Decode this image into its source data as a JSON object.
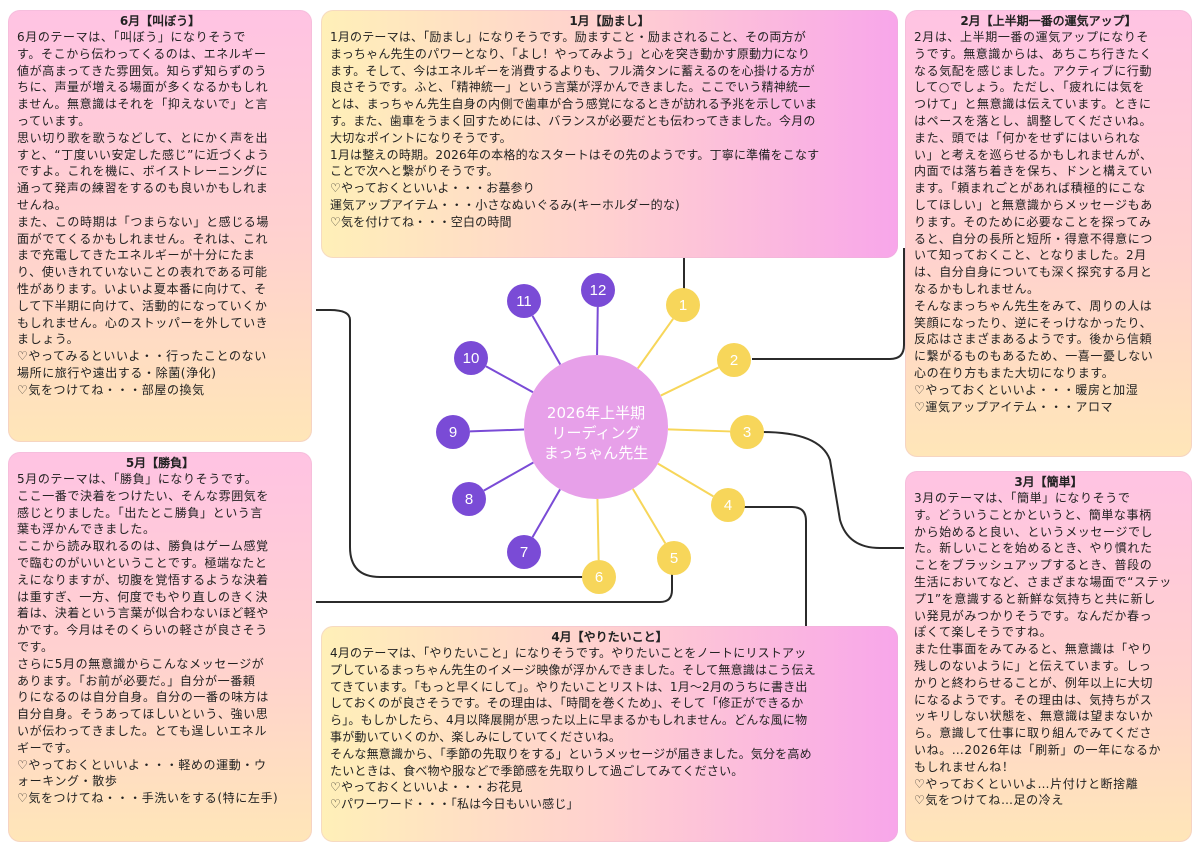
{
  "center": {
    "lines": [
      "2026年上半期",
      "リーディング",
      "まっちゃん先生"
    ]
  },
  "months": [
    "1",
    "2",
    "3",
    "4",
    "5",
    "6",
    "7",
    "8",
    "9",
    "10",
    "11",
    "12"
  ],
  "colors": {
    "gold": "#f7d65a",
    "purple": "#7a4bd6",
    "center_fill": "#e7a0e9",
    "connector": "#2b2b2b"
  },
  "cards": {
    "jan": {
      "title": "1月【励まし】",
      "lines": [
        "1月のテーマは、「励まし」になりそうです。励ますこと・励まされること、その両方が",
        "まっちゃん先生のパワーとなり、「よし！やってみよう」と心を突き動かす原動力になり",
        "ます。そして、今はエネルギーを消費するよりも、フル満タンに蓄えるのを心掛ける方が",
        "良さそうです。ふと、「精神統一」という言葉が浮かんできました。ここでいう精神統一",
        "とは、まっちゃん先生自身の内側で歯車が合う感覚になるときが訪れる予兆を示していま",
        "す。また、歯車をうまく回すためには、バランスが必要だとも伝わってきました。今月の",
        "大切なポイントになりそうです。",
        "1月は整えの時期。2026年の本格的なスタートはその先のようです。丁寧に準備をこなす",
        "ことで次へと繋がりそうです。",
        "♡やっておくといいよ・・・お墓参り",
        "運気アップアイテム・・・小さなぬいぐるみ(キーホルダー的な)",
        "♡気を付けてね・・・空白の時間"
      ]
    },
    "feb": {
      "title": "2月【上半期一番の運気アップ】",
      "lines": [
        "2月は、上半期一番の運気アップになりそ",
        "うです。無意識からは、あちこち行きたく",
        "なる気配を感じました。アクティブに行動",
        "して○でしょう。ただし、「疲れには気を",
        "つけて」と無意識は伝えています。ときに",
        "はペースを落とし、調整してくださいね。",
        "また、頭では「何かをせずにはいられな",
        "い」と考えを巡らせるかもしれませんが、",
        "内面では落ち着きを保ち、ドンと構えてい",
        "ます。「頼まれごとがあれば積極的にこな",
        "してほしい」と無意識からメッセージもあ",
        "ります。そのために必要なことを探ってみ",
        "ると、自分の長所と短所・得意不得意につ",
        "いて知っておくこと、となりました。2月",
        "は、自分自身についても深く探究する月と",
        "なるかもしれません。",
        "そんなまっちゃん先生をみて、周りの人は",
        "笑顔になったり、逆にそっけなかったり、",
        "反応はさまざまあるようです。後から信頼",
        "に繋がるものもあるため、一喜一憂しない",
        "心の在り方もまた大切になります。",
        "♡やっておくといいよ・・・暖房と加湿",
        "♡運気アップアイテム・・・アロマ"
      ]
    },
    "mar": {
      "title": "3月【簡単】",
      "lines": [
        "3月のテーマは、「簡単」になりそうで",
        "す。どういうことかというと、簡単な事柄",
        "から始めると良い、というメッセージでし",
        "た。新しいことを始めるとき、やり慣れた",
        "ことをブラッシュアップするとき、普段の",
        "生活においてなど、さまざまな場面で“ステッ",
        "プ1”を意識すると新鮮な気持ちと共に新し",
        "い発見がみつかりそうです。なんだか春っ",
        "ぽくて楽しそうですね。",
        "また仕事面をみてみると、無意識は「やり",
        "残しのないように」と伝えています。しっ",
        "かりと終わらせることが、例年以上に大切",
        "になるようです。その理由は、気持ちがス",
        "ッキリしない状態を、無意識は望まないか",
        "ら。意識して仕事に取り組んでみてくださ",
        "いね。…2026年は「刷新」の一年になるか",
        "もしれませんね！",
        "♡やっておくといいよ…片付けと断捨離",
        "♡気をつけてね…足の冷え"
      ]
    },
    "apr": {
      "title": "4月【やりたいこと】",
      "lines": [
        "4月のテーマは、「やりたいこと」になりそうです。やりたいことをノートにリストアッ",
        "プしているまっちゃん先生のイメージ映像が浮かんできました。そして無意識はこう伝え",
        "てきています。「もっと早くにして」。やりたいことリストは、1月〜2月のうちに書き出",
        "しておくのが良さそうです。その理由は、「時間を巻くため」、そして「修正ができるか",
        "ら」。もしかしたら、4月以降展開が思った以上に早まるかもしれません。どんな風に物",
        "事が動いていくのか、楽しみにしていてくださいね。",
        "そんな無意識から、「季節の先取りをする」というメッセージが届きました。気分を高め",
        "たいときは、食べ物や服などで季節感を先取りして過ごしてみてください。",
        "♡やっておくといいよ・・・お花見",
        "♡パワーワード・・・「私は今日もいい感じ」"
      ]
    },
    "may": {
      "title": "5月【勝負】",
      "lines": [
        "5月のテーマは、「勝負」になりそうです。",
        "ここ一番で決着をつけたい、そんな雰囲気を",
        "感じとりました。「出たとこ勝負」という言",
        "葉も浮かんできました。",
        "ここから読み取れるのは、勝負はゲーム感覚",
        "で臨むのがいいということです。極端なたと",
        "えになりますが、切腹を覚悟するような決着",
        "は重すぎ、一方、何度でもやり直しのきく決",
        "着は、決着という言葉が似合わないほど軽や",
        "かです。今月はそのくらいの軽さが良さそう",
        "です。",
        "さらに5月の無意識からこんなメッセージが",
        "あります。「お前が必要だ。」自分が一番頼",
        "りになるのは自分自身。自分の一番の味方は",
        "自分自身。そうあってほしいという、強い思",
        "いが伝わってきました。とても逞しいエネル",
        "ギーです。",
        "♡やっておくといいよ・・・軽めの運動・ウ",
        "ォーキング・散歩",
        "♡気をつけてね・・・手洗いをする(特に左手)"
      ]
    },
    "jun": {
      "title": "6月【叫ぼう】",
      "lines": [
        "6月のテーマは、「叫ぼう」になりそうで",
        "す。そこから伝わってくるのは、エネルギー",
        "値が高まってきた雰囲気。知らず知らずのう",
        "ちに、声量が増える場面が多くなるかもしれ",
        "ません。無意識はそれを「抑えないで」と言",
        "っています。",
        "思い切り歌を歌うなどして、とにかく声を出",
        "すと、“丁度いい安定した感じ”に近づくよう",
        "ですよ。これを機に、ボイストレーニングに",
        "通って発声の練習をするのも良いかもしれま",
        "せんね。",
        "また、この時期は「つまらない」と感じる場",
        "面がでてくるかもしれません。それは、これ",
        "まで充電してきたエネルギーが十分にたま",
        "り、使いきれていないことの表れである可能",
        "性があります。いよいよ夏本番に向けて、そ",
        "して下半期に向けて、活動的になっていくか",
        "もしれません。心のストッパーを外していき",
        "ましょう。",
        "♡やってみるといいよ・・行ったことのない",
        "場所に旅行や遠出する・除菌(浄化)",
        "♡気をつけてね・・・部屋の換気"
      ]
    }
  }
}
